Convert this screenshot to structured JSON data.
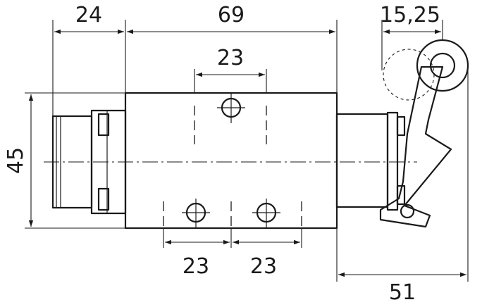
{
  "dimensions": {
    "left_width": "24",
    "body_length": "69",
    "top_port_spacing": "23",
    "roller_offset": "15,25",
    "height": "45",
    "bottom_port_spacing_left": "23",
    "bottom_port_spacing_right": "23",
    "lever_length": "51"
  }
}
